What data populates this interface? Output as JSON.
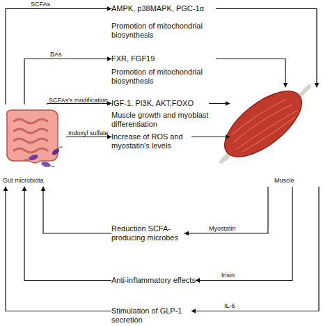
{
  "diagram": {
    "nodes": [
      {
        "text": [
          "Gut microbiota"
        ]
      },
      {
        "text": [
          "AMPK, p38MAPK, PGC-1α",
          "Promotion of mitochondrial biosynthesis"
        ]
      },
      {
        "text": [
          "FXR, FGF19",
          "Promotion of mitochondrial biosynthesis"
        ]
      },
      {
        "text": [
          "IGF-1, PI3K, AKT,FOXO",
          "Muscle growth and myoblast differentiation"
        ]
      },
      {
        "text": [
          "Increase of ROS and myostatin's levels"
        ]
      },
      {
        "text": [
          "Muscle"
        ]
      },
      {
        "text": [
          "Reduction SCFA-producing microbes"
        ]
      },
      {
        "text": [
          "Anti-inflammatory effects"
        ]
      },
      {
        "text": [
          "Stimulation of GLP-1 secretion"
        ]
      }
    ],
    "edges": [
      {
        "from": 0,
        "to": 1,
        "label": "SCFAs",
        "arrow": "to"
      },
      {
        "from": 1,
        "to": 5,
        "arrow": "to"
      },
      {
        "from": 0,
        "to": 2,
        "label": "BAs",
        "arrow": "to"
      },
      {
        "from": 2,
        "to": 5,
        "arrow": "to"
      },
      {
        "from": 0,
        "to": 3,
        "label": "SCFAs's modification",
        "arrow": "to"
      },
      {
        "from": 3,
        "to": 5,
        "arrow": "to"
      },
      {
        "from": 0,
        "to": 4,
        "label": "Indoxyl sulfate",
        "arrow": "to"
      },
      {
        "from": 4,
        "to": 5,
        "arrow": "to"
      },
      {
        "from": 5,
        "to": 6,
        "label": "Myostatin",
        "arrow": "to"
      },
      {
        "from": 6,
        "to": 0,
        "arrow": "to"
      },
      {
        "from": 5,
        "to": 7,
        "label": "Irisin",
        "arrow": "to"
      },
      {
        "from": 7,
        "to": 0,
        "arrow": "to"
      },
      {
        "from": 5,
        "to": 8,
        "label": "IL-6",
        "arrow": "to"
      },
      {
        "from": 8,
        "to": 0,
        "arrow": "to"
      }
    ]
  }
}
